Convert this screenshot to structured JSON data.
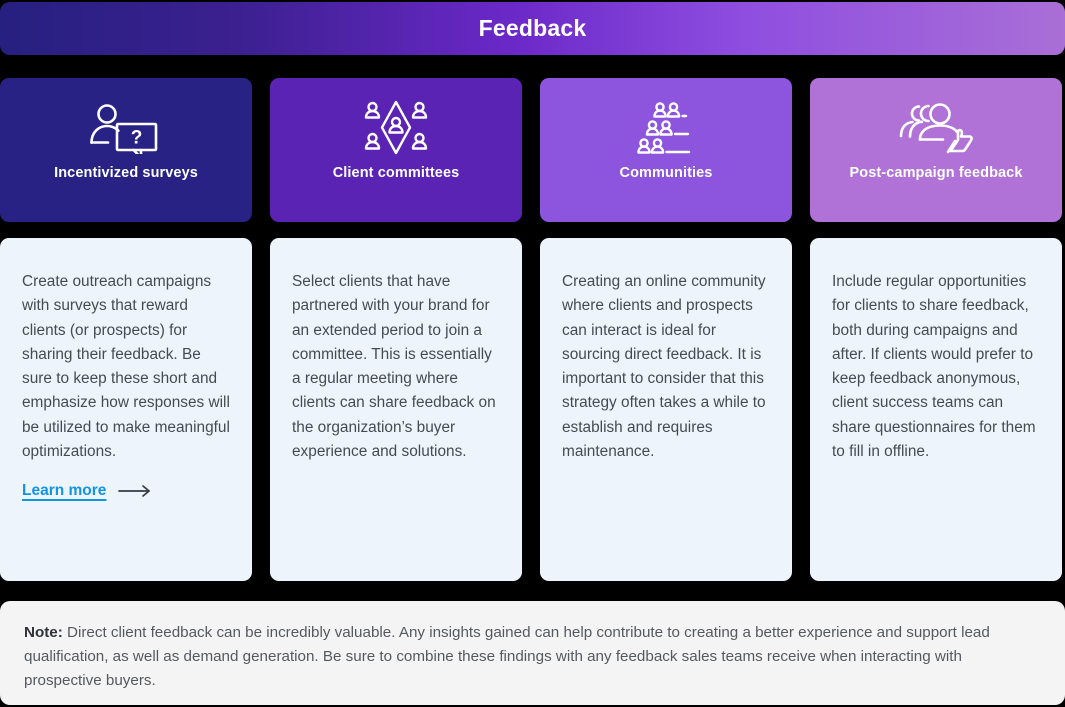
{
  "header": {
    "title": "Feedback",
    "gradient_start": "#262080",
    "gradient_end": "#a96fd6"
  },
  "cards": [
    {
      "icon": "person-question-bubble-icon",
      "title": "Incentivized surveys",
      "head_color": "#272284",
      "body": "Create outreach campaigns with surveys that reward clients (or prospects) for sharing their feedback. Be sure to keep these short and emphasize how responses will be utilized to make meaningful optimizations.",
      "link_label": "Learn more",
      "link_color": "#1195e0",
      "has_link": true
    },
    {
      "icon": "committee-diamond-people-icon",
      "title": "Client committees",
      "head_color": "#5a23b4",
      "body": "Select clients that have partnered with your brand for an extended period to join a committee. This is essentially a regular meeting where clients can share feedback on the organization’s buyer experience and solutions.",
      "link_label": "",
      "has_link": false
    },
    {
      "icon": "community-people-rows-icon",
      "title": "Communities",
      "head_color": "#8d55de",
      "body": "Creating an online community where clients and prospects can interact is ideal for sourcing direct feedback. It is important to consider that this strategy often takes a while to establish and requires maintenance.",
      "link_label": "",
      "has_link": false
    },
    {
      "icon": "group-thumbs-up-icon",
      "title": "Post-campaign feedback",
      "head_color": "#b072d6",
      "body": "Include regular opportunities for clients to share feedback, both during campaigns and after. If clients would prefer to keep feedback anonymous, client success teams can share questionnaires for them to fill in offline.",
      "link_label": "",
      "has_link": false
    }
  ],
  "note": {
    "label": "Note:",
    "text": " Direct client feedback can be incredibly valuable. Any insights gained can help contribute to creating a better experience and support lead qualification, as well as demand generation. Be sure to combine these findings with any feedback sales teams receive when interacting with prospective buyers."
  }
}
